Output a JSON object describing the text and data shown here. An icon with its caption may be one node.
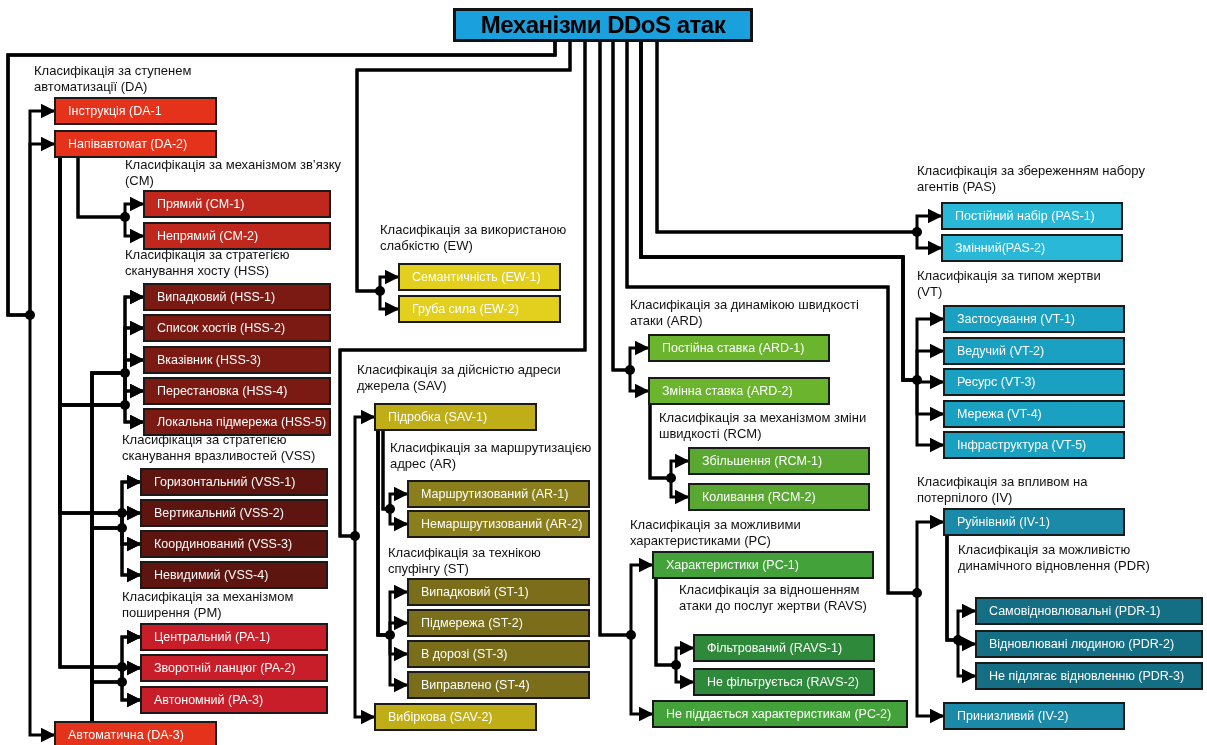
{
  "diagram": {
    "nodes": [
      {
        "text": [
          "Механізми DDoS атак"
        ]
      },
      {
        "text": [
          "Інструкція (DA-1"
        ]
      },
      {
        "text": [
          "Напівавтомат (DA-2)"
        ]
      },
      {
        "text": [
          "Автоматична (DA-3)"
        ]
      },
      {
        "text": [
          "Прямий (CM-1)"
        ]
      },
      {
        "text": [
          "Непрямий (CM-2)"
        ]
      },
      {
        "text": [
          "Випадковий (HSS-1)"
        ]
      },
      {
        "text": [
          "Список хостів (HSS-2)"
        ]
      },
      {
        "text": [
          "Вказівник (HSS-3)"
        ]
      },
      {
        "text": [
          "Перестановка (HSS-4)"
        ]
      },
      {
        "text": [
          "Локальна підмережа (HSS-5)"
        ]
      },
      {
        "text": [
          "Горизонтальний (VSS-1)"
        ]
      },
      {
        "text": [
          "Вертикальний (VSS-2)"
        ]
      },
      {
        "text": [
          "Координований (VSS-3)"
        ]
      },
      {
        "text": [
          "Невидимий (VSS-4)"
        ]
      },
      {
        "text": [
          "Центральний (PA-1)"
        ]
      },
      {
        "text": [
          "Зворотній ланцюг (PA-2)"
        ]
      },
      {
        "text": [
          "Автономний (PA-3)"
        ]
      },
      {
        "text": [
          "Семантичність (EW-1)"
        ]
      },
      {
        "text": [
          "Груба сила (EW-2)"
        ]
      },
      {
        "text": [
          "Підробка (SAV-1)"
        ]
      },
      {
        "text": [
          "Вибіркова (SAV-2)"
        ]
      },
      {
        "text": [
          "Маршрутизований (AR-1)"
        ]
      },
      {
        "text": [
          "Немаршрутизований (AR-2)"
        ]
      },
      {
        "text": [
          "Випадковий (ST-1)"
        ]
      },
      {
        "text": [
          "Підмережа (ST-2)"
        ]
      },
      {
        "text": [
          "В дорозі (ST-3)"
        ]
      },
      {
        "text": [
          "Виправлено (ST-4)"
        ]
      },
      {
        "text": [
          "Постійна ставка (ARD-1)"
        ]
      },
      {
        "text": [
          "Змінна ставка (ARD-2)"
        ]
      },
      {
        "text": [
          "Збільшення (RCM-1)"
        ]
      },
      {
        "text": [
          "Коливання (RCM-2)"
        ]
      },
      {
        "text": [
          "Характеристики (PC-1)"
        ]
      },
      {
        "text": [
          "Не піддається характеристикам (PC-2)"
        ]
      },
      {
        "text": [
          "Фільтрований (RAVS-1)"
        ]
      },
      {
        "text": [
          "Не фільтрується (RAVS-2)"
        ]
      },
      {
        "text": [
          "Постійний набір (PAS-1)"
        ]
      },
      {
        "text": [
          "Змінний(PAS-2)"
        ]
      },
      {
        "text": [
          "Застосування (VT-1)"
        ]
      },
      {
        "text": [
          "Ведучий (VT-2)"
        ]
      },
      {
        "text": [
          "Ресурс (VT-3)"
        ]
      },
      {
        "text": [
          "Мережа (VT-4)"
        ]
      },
      {
        "text": [
          "Інфраструктура (VT-5)"
        ]
      },
      {
        "text": [
          "Руйнівний (IV-1)"
        ]
      },
      {
        "text": [
          "Принизливий (IV-2)"
        ]
      },
      {
        "text": [
          "Самовідновлювальні (PDR-1)"
        ]
      },
      {
        "text": [
          "Відновлювані людиною (PDR-2)"
        ]
      },
      {
        "text": [
          "Не підлягає відновленню (PDR-3)"
        ]
      }
    ],
    "edges": [
      {
        "from": 0,
        "to": 1,
        "arrow": "to"
      },
      {
        "from": 0,
        "to": 2,
        "arrow": "to"
      },
      {
        "from": 0,
        "to": 3,
        "arrow": "to"
      },
      {
        "from": 2,
        "to": 4,
        "arrow": "to"
      },
      {
        "from": 2,
        "to": 5,
        "arrow": "to"
      },
      {
        "from": 2,
        "to": 6,
        "arrow": "to"
      },
      {
        "from": 2,
        "to": 7,
        "arrow": "to"
      },
      {
        "from": 2,
        "to": 8,
        "arrow": "to"
      },
      {
        "from": 2,
        "to": 9,
        "arrow": "to"
      },
      {
        "from": 2,
        "to": 10,
        "arrow": "to"
      },
      {
        "from": 3,
        "to": 6,
        "arrow": "to"
      },
      {
        "from": 3,
        "to": 7,
        "arrow": "to"
      },
      {
        "from": 3,
        "to": 8,
        "arrow": "to"
      },
      {
        "from": 3,
        "to": 9,
        "arrow": "to"
      },
      {
        "from": 3,
        "to": 10,
        "arrow": "to"
      },
      {
        "from": 2,
        "to": 11,
        "arrow": "to"
      },
      {
        "from": 2,
        "to": 12,
        "arrow": "to"
      },
      {
        "from": 2,
        "to": 13,
        "arrow": "to"
      },
      {
        "from": 2,
        "to": 14,
        "arrow": "to"
      },
      {
        "from": 3,
        "to": 11,
        "arrow": "to"
      },
      {
        "from": 3,
        "to": 12,
        "arrow": "to"
      },
      {
        "from": 3,
        "to": 13,
        "arrow": "to"
      },
      {
        "from": 3,
        "to": 14,
        "arrow": "to"
      },
      {
        "from": 2,
        "to": 15,
        "arrow": "to"
      },
      {
        "from": 2,
        "to": 16,
        "arrow": "to"
      },
      {
        "from": 2,
        "to": 17,
        "arrow": "to"
      },
      {
        "from": 3,
        "to": 15,
        "arrow": "to"
      },
      {
        "from": 3,
        "to": 16,
        "arrow": "to"
      },
      {
        "from": 3,
        "to": 17,
        "arrow": "to"
      },
      {
        "from": 0,
        "to": 18,
        "arrow": "to"
      },
      {
        "from": 0,
        "to": 19,
        "arrow": "to"
      },
      {
        "from": 0,
        "to": 20,
        "arrow": "to"
      },
      {
        "from": 0,
        "to": 21,
        "arrow": "to"
      },
      {
        "from": 20,
        "to": 22,
        "arrow": "to"
      },
      {
        "from": 20,
        "to": 23,
        "arrow": "to"
      },
      {
        "from": 20,
        "to": 24,
        "arrow": "to"
      },
      {
        "from": 20,
        "to": 25,
        "arrow": "to"
      },
      {
        "from": 20,
        "to": 26,
        "arrow": "to"
      },
      {
        "from": 20,
        "to": 27,
        "arrow": "to"
      },
      {
        "from": 0,
        "to": 28,
        "arrow": "to"
      },
      {
        "from": 0,
        "to": 29,
        "arrow": "to"
      },
      {
        "from": 29,
        "to": 30,
        "arrow": "to"
      },
      {
        "from": 29,
        "to": 31,
        "arrow": "to"
      },
      {
        "from": 0,
        "to": 32,
        "arrow": "to"
      },
      {
        "from": 0,
        "to": 33,
        "arrow": "to"
      },
      {
        "from": 32,
        "to": 34,
        "arrow": "to"
      },
      {
        "from": 32,
        "to": 35,
        "arrow": "to"
      },
      {
        "from": 0,
        "to": 36,
        "arrow": "to"
      },
      {
        "from": 0,
        "to": 37,
        "arrow": "to"
      },
      {
        "from": 0,
        "to": 38,
        "arrow": "to"
      },
      {
        "from": 0,
        "to": 39,
        "arrow": "to"
      },
      {
        "from": 0,
        "to": 40,
        "arrow": "to"
      },
      {
        "from": 0,
        "to": 41,
        "arrow": "to"
      },
      {
        "from": 0,
        "to": 42,
        "arrow": "to"
      },
      {
        "from": 0,
        "to": 43,
        "arrow": "to"
      },
      {
        "from": 0,
        "to": 44,
        "arrow": "to"
      },
      {
        "from": 43,
        "to": 45,
        "arrow": "to"
      },
      {
        "from": 43,
        "to": 46,
        "arrow": "to"
      },
      {
        "from": 43,
        "to": 47,
        "arrow": "to"
      }
    ],
    "labels": [
      "Класифікація за ступенем автоматизації (DA)",
      "Класифікація за механізмом зв’язку (CM)",
      "Класифікація за стратегією сканування хосту (HSS)",
      "Класифікація за стратегією сканування вразливостей (VSS)",
      "Класифікація за механізмом поширення (PM)",
      "Класифікація за використаною слабкістю (EW)",
      "Класифікація за дійсністю адреси джерела (SAV)",
      "Класифікація за маршрутизацією адрес (AR)",
      "Класифікація за технікою спуфінгу (ST)",
      "Класифікація за динамікою швидкості атаки (ARD)",
      "Класифікація за механізмом зміни швидкості (RCM)",
      "Класифікація за можливими характеристиками (PC)",
      "Класифікація за відношенням атаки до послуг жертви (RAVS)",
      "Класифікація за збереженням набору агентів (PAS)",
      "Класифікація за типом жертви (VT)",
      "Класифікація за впливом на потерпілого (IV)",
      "Класифікація за можливістю динамічного відновлення (PDR)"
    ]
  }
}
